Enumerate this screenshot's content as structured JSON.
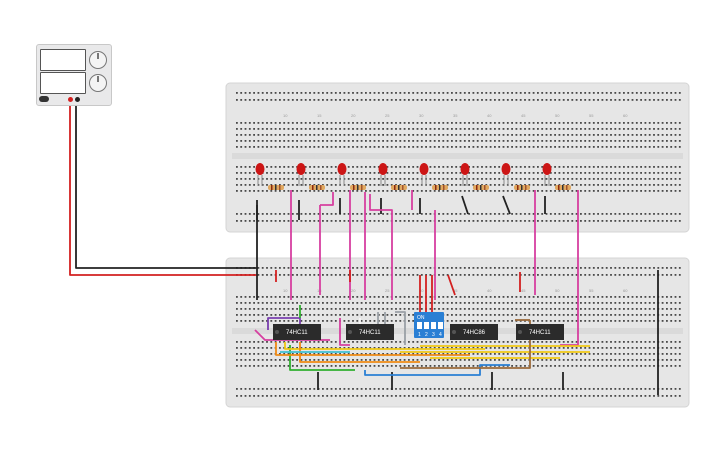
{
  "power_supply": {
    "name": "bench-power-supply",
    "button_label": "",
    "colors": {
      "positive": "#d32020",
      "negative": "#222222"
    }
  },
  "chips": [
    {
      "id": "chip-1",
      "label": "74HC11"
    },
    {
      "id": "chip-2",
      "label": "74HC11"
    },
    {
      "id": "chip-3",
      "label": "74HC86"
    },
    {
      "id": "chip-4",
      "label": "74HC11"
    }
  ],
  "dip_switch": {
    "label": "ON",
    "positions": [
      "1",
      "2",
      "3",
      "4"
    ],
    "color": "#2a7fd4"
  },
  "leds": {
    "count": 8,
    "color": "#cc1515"
  },
  "breadboard_columns": [
    "10",
    "15",
    "20",
    "25",
    "30",
    "35",
    "40",
    "45",
    "50",
    "55",
    "60"
  ],
  "wire_colors": {
    "magenta": "#d63fa0",
    "black": "#222222",
    "red": "#d32020",
    "yellow": "#f0c814",
    "orange": "#f08a14",
    "green": "#2fb02f",
    "blue": "#2a7fd4",
    "cyan": "#3fc0d0",
    "purple": "#7a3fb0",
    "brown": "#9b6a3a",
    "gray": "#9aa0a6",
    "white": "#f5f5f5"
  }
}
